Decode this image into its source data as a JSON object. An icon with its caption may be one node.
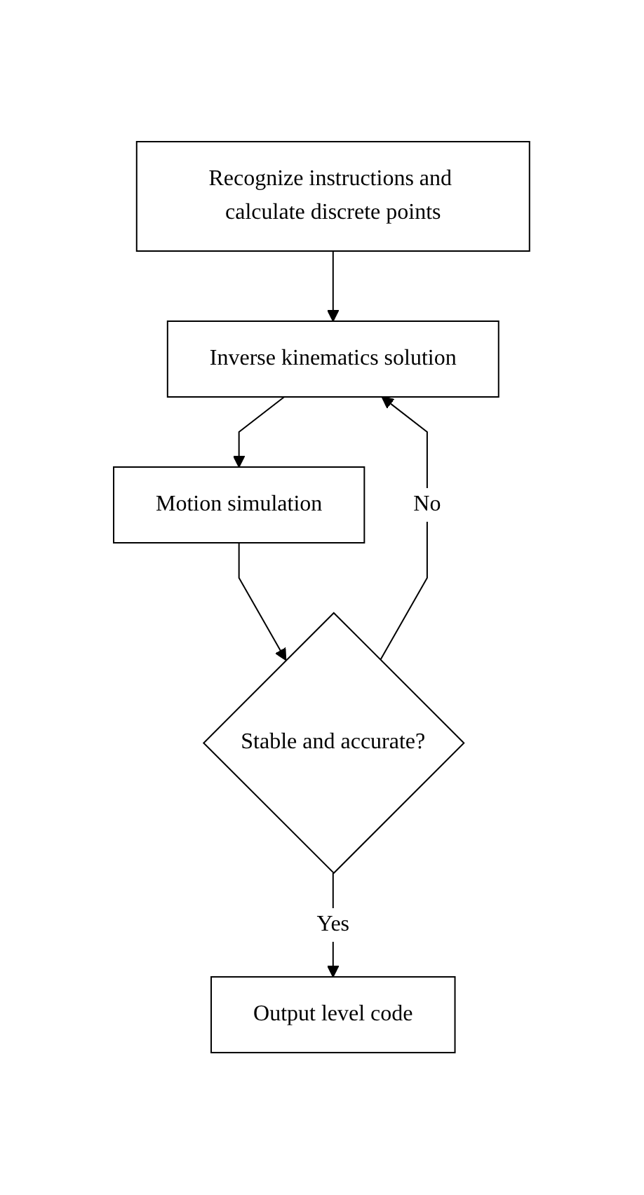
{
  "diagram": {
    "nodes": [
      {
        "text": [
          "Recognize instructions and calculate discrete points"
        ]
      },
      {
        "text": [
          "Inverse kinematics solution"
        ]
      },
      {
        "text": [
          "Motion simulation"
        ]
      },
      {
        "text": [
          "Stable and accurate?"
        ]
      },
      {
        "text": [
          "Output level code"
        ]
      }
    ],
    "edges": [
      {
        "from": 0,
        "to": 1,
        "arrow": "to"
      },
      {
        "from": 1,
        "to": 2,
        "arrow": "to"
      },
      {
        "from": 2,
        "to": 3,
        "arrow": "to"
      },
      {
        "from": 3,
        "to": 1,
        "arrow": "to",
        "label": "No"
      },
      {
        "from": 3,
        "to": 4,
        "arrow": "to",
        "label": "Yes"
      }
    ]
  }
}
